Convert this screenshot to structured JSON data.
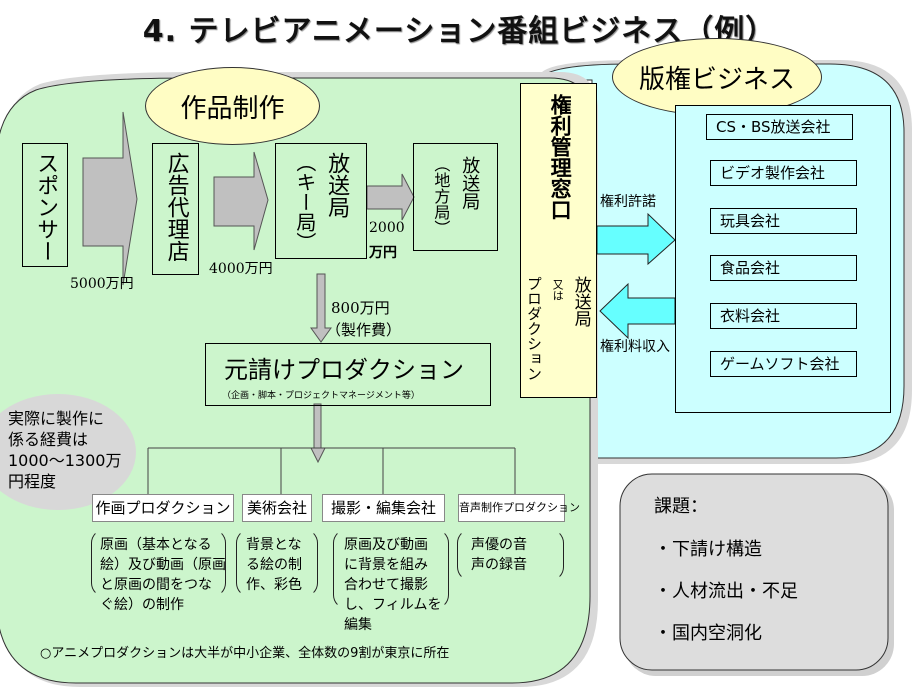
{
  "title": "4. テレビアニメーション番組ビジネス（例）",
  "sections": {
    "production": "作品制作",
    "copyright": "版権ビジネス"
  },
  "flow": {
    "sponsor": "スポンサー",
    "ad_agency": "広告代理店",
    "key_station": {
      "main": "放送局",
      "sub": "（キー局）"
    },
    "local_station": {
      "main": "放送局",
      "sub": "（地方局）"
    },
    "amount_sponsor_to_agency": "5000万円",
    "amount_agency_to_key": "4000万円",
    "amount_key_to_local_num": "2000",
    "amount_key_to_local_unit": "万円",
    "amount_production_fee": "800万円",
    "amount_production_fee_note": "（製作費）"
  },
  "prime_production": {
    "name": "元請けプロダクション",
    "note": "（企画・脚本・プロジェクトマネージメント等）"
  },
  "actual_cost_note": "実際に製作に\n係る経費は\n1000〜1300万\n円程度",
  "subcontractors": [
    {
      "name": "作画プロダクション",
      "desc": "原画（基本となる\n絵）及び動画（原画\nと原画の間をつな\nぐ絵）の制作"
    },
    {
      "name": "美術会社",
      "desc": "背景とな\nる絵の制\n作、彩色"
    },
    {
      "name": "撮影・編集会社",
      "desc": "原画及び動画\nに背景を組み\n合わせて撮影\nし、フィルムを\n編集"
    },
    {
      "name": "音声制作プロダクション",
      "desc": "声優の音\n声の録音"
    }
  ],
  "footnote": "○アニメプロダクションは大半が中小企業、全体数の9割が東京に所在",
  "rights_window": {
    "title": "権利管理窓口",
    "holder_main": "放送局",
    "holder_or": "又は",
    "holder_alt": "プロダクション"
  },
  "license_label": "権利許諾",
  "revenue_label": "権利料収入",
  "licensees": [
    "CS・BS放送会社",
    "ビデオ製作会社",
    "玩具会社",
    "食品会社",
    "衣料会社",
    "ゲームソフト会社"
  ],
  "issues": {
    "heading": "課題：",
    "items": [
      "・下請け構造",
      "・人材流出・不足",
      "・国内空洞化"
    ]
  },
  "colors": {
    "production_bg": "#ccf5cc",
    "copyright_bg": "#ccffff",
    "oval_bg": "#fffdc4",
    "rights_box_bg": "#ffffcc",
    "arrow_gray": "#c0c0c0",
    "arrow_cyan": "#66ffff",
    "issues_bg": "#dddddd"
  }
}
